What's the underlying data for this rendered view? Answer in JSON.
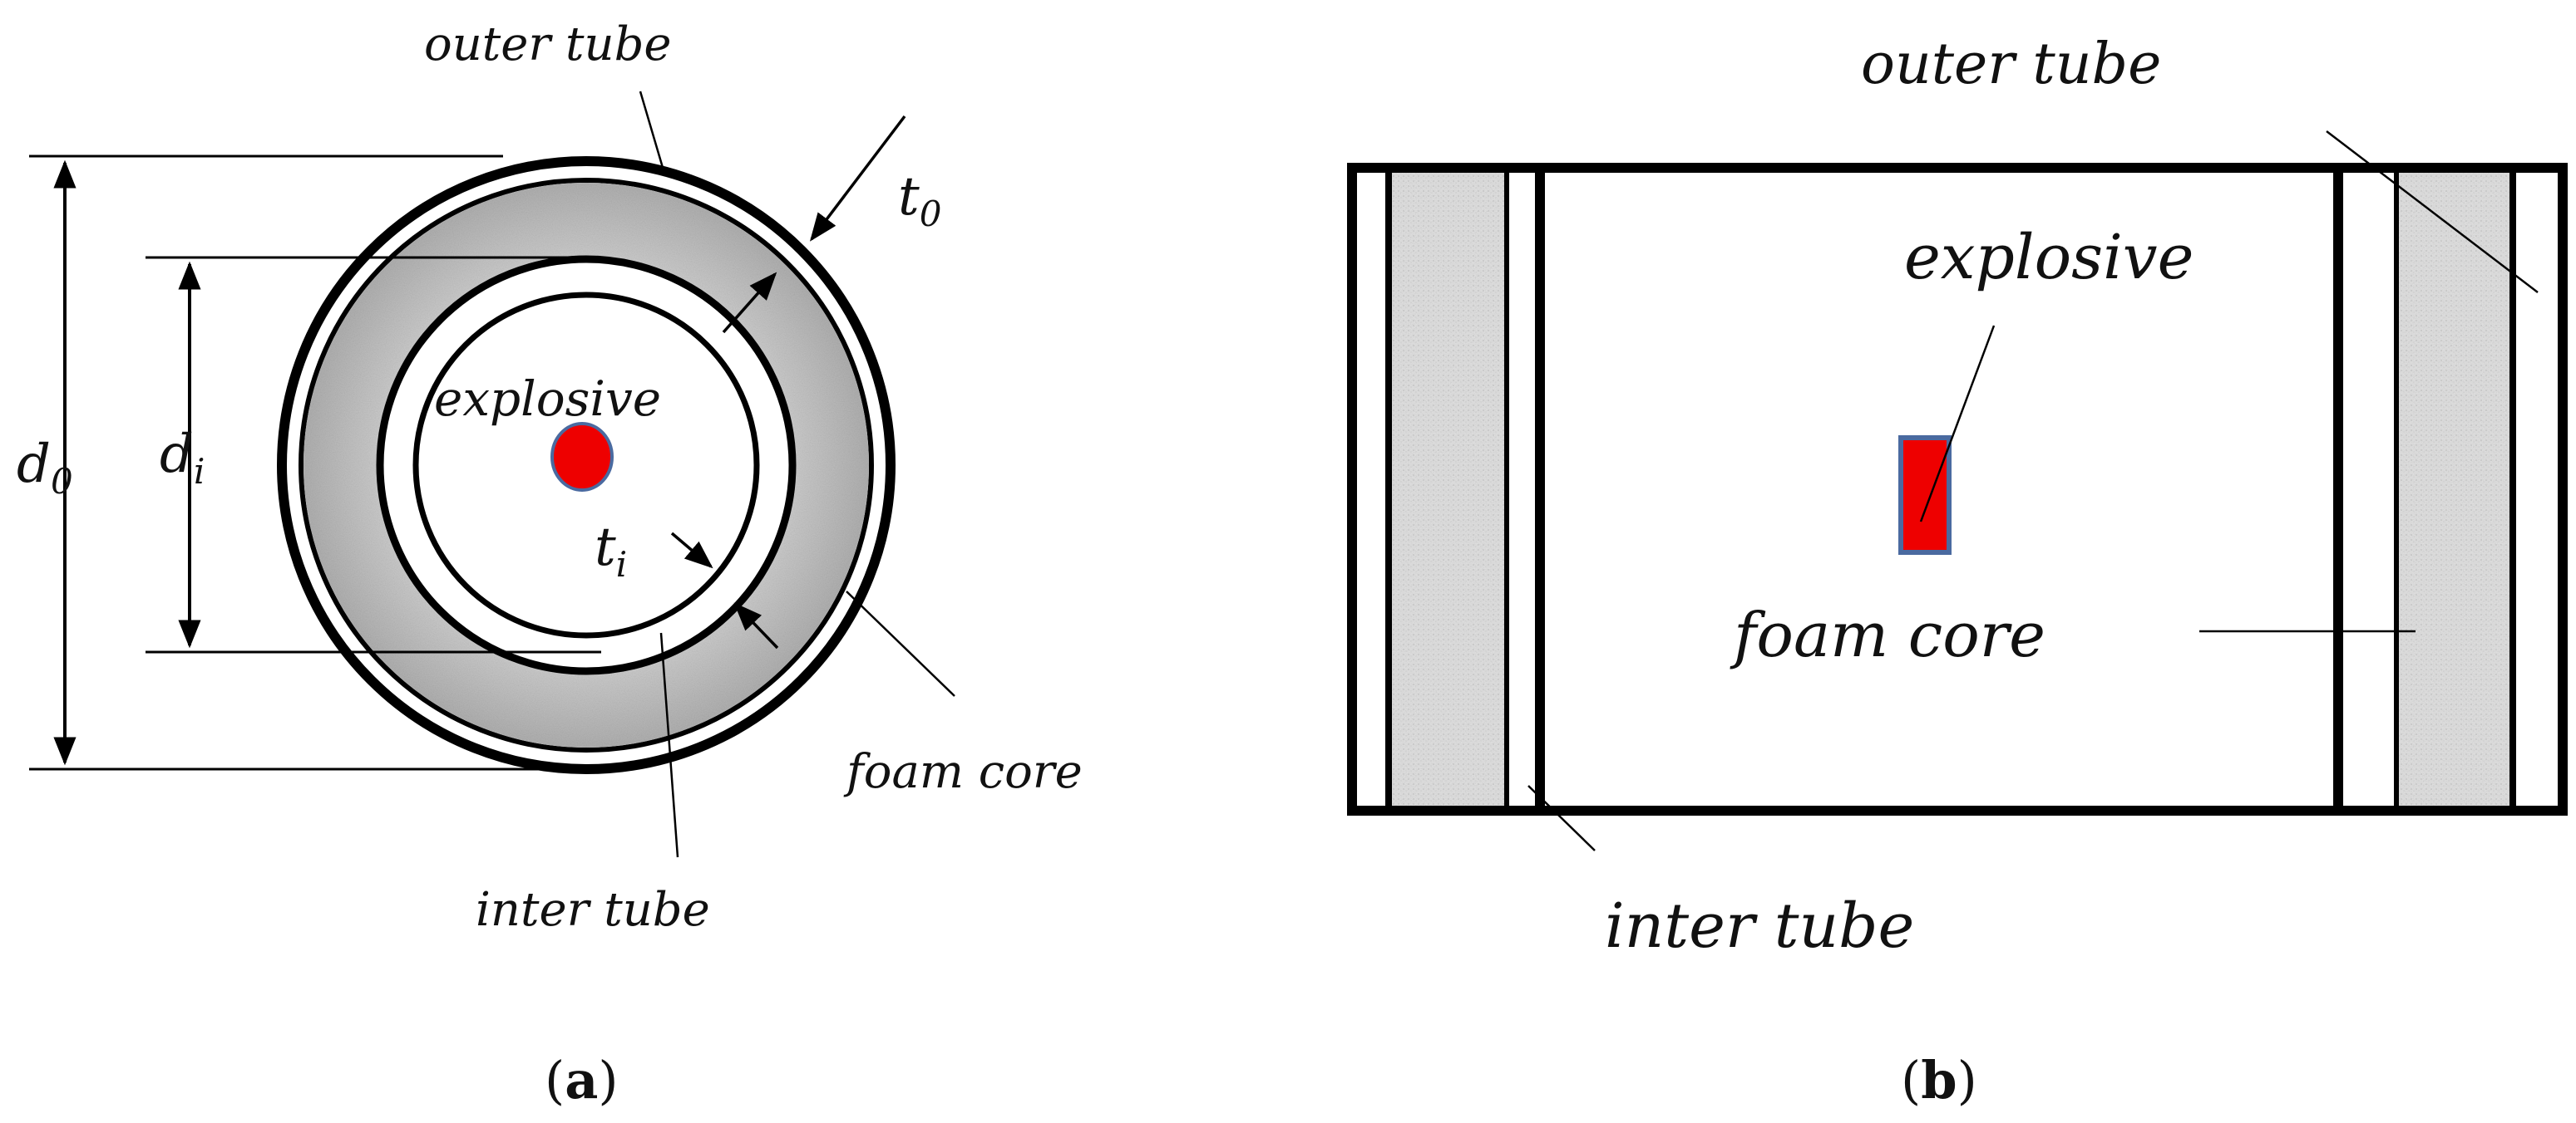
{
  "panel_a": {
    "label_open": "(",
    "label_letter": "a",
    "label_close": ")",
    "outer_tube": "outer tube",
    "inter_tube": "inter tube",
    "foam_core": "foam core",
    "explosive": "explosive",
    "d0_base": "d",
    "d0_sub": "0",
    "di_base": "d",
    "di_sub": "i",
    "t0_base": "t",
    "t0_sub": "0",
    "ti_base": "t",
    "ti_sub": "i"
  },
  "panel_b": {
    "label_open": "(",
    "label_letter": "b",
    "label_close": ")",
    "outer_tube": "outer tube",
    "explosive": "explosive",
    "foam_core": "foam core",
    "inter_tube": "inter tube"
  },
  "colors": {
    "explosive_fill": "#ee0000",
    "explosive_stroke": "#4a6aa0",
    "foam_gray": "#c8c8c8",
    "line": "#000000"
  }
}
